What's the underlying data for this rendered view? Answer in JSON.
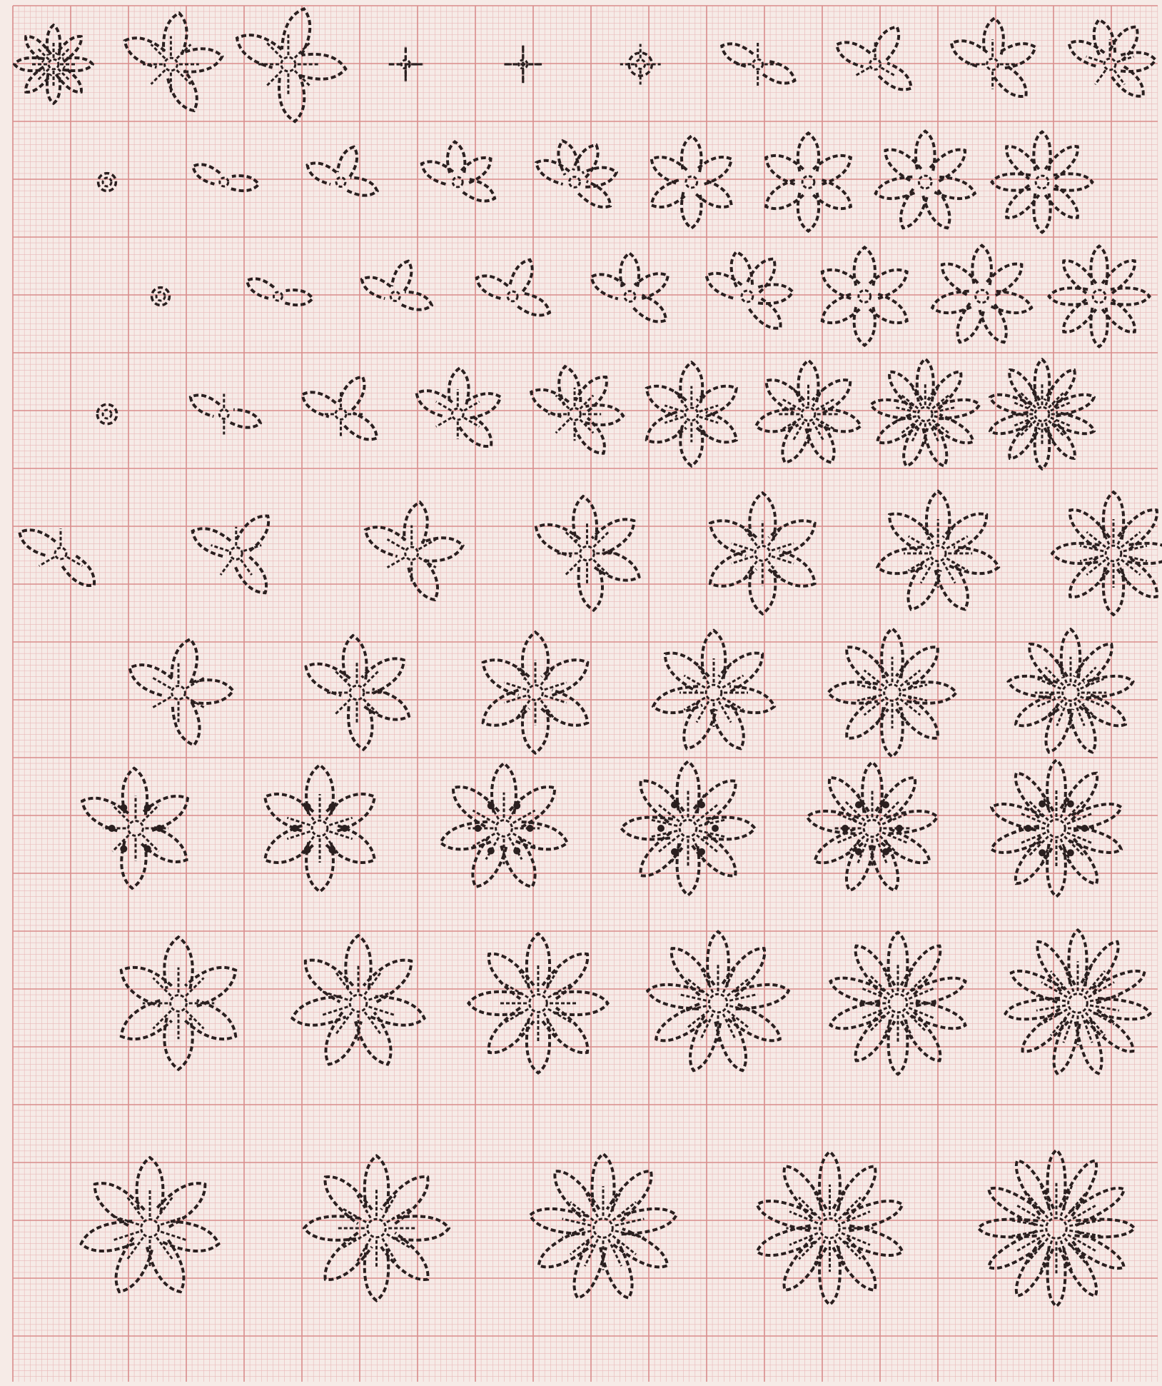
{
  "sheet": {
    "paper_color": "#f6ebe7",
    "fine_grid_color": "#e8b8b8",
    "major_grid_color": "#d98c8c",
    "ink_color": "#2a1f1f",
    "fine_cells_per_major": 10
  },
  "rows": [
    {
      "row": 1,
      "motifs": [
        {
          "growth": 0.35,
          "petals": 8,
          "rays": 8,
          "icon": "small-rosette-icon"
        },
        {
          "growth": 0.55,
          "petals": 4,
          "rays": 8,
          "icon": "four-petal-rosette-icon"
        },
        {
          "growth": 0.65,
          "petals": 4,
          "rays": 8,
          "icon": "four-petal-rosette-icon"
        },
        {
          "growth": 0.2,
          "petals": 0,
          "rays": 4,
          "icon": "sprout-cross-icon"
        },
        {
          "growth": 0.25,
          "petals": 0,
          "rays": 4,
          "icon": "sprout-cross-icon"
        },
        {
          "growth": 0.3,
          "petals": 1,
          "rays": 4,
          "icon": "budding-cross-icon"
        },
        {
          "growth": 0.35,
          "petals": 2,
          "rays": 4,
          "icon": "budding-cross-icon"
        },
        {
          "growth": 0.4,
          "petals": 3,
          "rays": 3,
          "icon": "partial-flower-icon"
        },
        {
          "growth": 0.45,
          "petals": 4,
          "rays": 4,
          "icon": "partial-flower-icon"
        },
        {
          "growth": 0.45,
          "petals": 5,
          "rays": 5,
          "icon": "five-petal-flower-icon"
        }
      ]
    },
    {
      "row": 2,
      "motifs": [
        {
          "growth": 0.15,
          "petals": 1,
          "rays": 0,
          "icon": "single-petal-icon"
        },
        {
          "growth": 0.25,
          "petals": 2,
          "rays": 0,
          "icon": "two-petal-icon"
        },
        {
          "growth": 0.3,
          "petals": 3,
          "rays": 0,
          "icon": "three-petal-icon"
        },
        {
          "growth": 0.35,
          "petals": 4,
          "rays": 0,
          "icon": "four-petal-icon"
        },
        {
          "growth": 0.4,
          "petals": 5,
          "rays": 0,
          "icon": "five-petal-icon"
        },
        {
          "growth": 0.45,
          "petals": 6,
          "rays": 0,
          "icon": "six-petal-icon"
        },
        {
          "growth": 0.5,
          "petals": 6,
          "rays": 0,
          "icon": "six-petal-icon"
        },
        {
          "growth": 0.55,
          "petals": 7,
          "rays": 0,
          "icon": "seven-petal-icon"
        },
        {
          "growth": 0.55,
          "petals": 8,
          "rays": 0,
          "icon": "eight-petal-icon"
        }
      ]
    },
    {
      "row": 3,
      "motifs": [
        {
          "growth": 0.15,
          "petals": 1,
          "rays": 0,
          "icon": "single-petal-icon"
        },
        {
          "growth": 0.25,
          "petals": 2,
          "rays": 0,
          "icon": "two-petal-icon"
        },
        {
          "growth": 0.3,
          "petals": 3,
          "rays": 0,
          "icon": "three-petal-icon"
        },
        {
          "growth": 0.35,
          "petals": 3,
          "rays": 0,
          "icon": "three-petal-icon"
        },
        {
          "growth": 0.4,
          "petals": 4,
          "rays": 0,
          "icon": "four-petal-icon"
        },
        {
          "growth": 0.45,
          "petals": 5,
          "rays": 0,
          "icon": "five-petal-icon"
        },
        {
          "growth": 0.5,
          "petals": 6,
          "rays": 0,
          "icon": "six-petal-icon"
        },
        {
          "growth": 0.55,
          "petals": 7,
          "rays": 0,
          "icon": "seven-petal-icon"
        },
        {
          "growth": 0.55,
          "petals": 8,
          "rays": 0,
          "icon": "eight-petal-icon"
        }
      ]
    },
    {
      "row": 4,
      "motifs": [
        {
          "growth": 0.2,
          "petals": 1,
          "rays": 0,
          "icon": "bullseye-bud-icon"
        },
        {
          "growth": 0.3,
          "petals": 2,
          "rays": 2,
          "icon": "budding-disc-icon"
        },
        {
          "growth": 0.4,
          "petals": 3,
          "rays": 4,
          "icon": "budding-disc-icon"
        },
        {
          "growth": 0.45,
          "petals": 4,
          "rays": 6,
          "icon": "half-disc-flower-icon"
        },
        {
          "growth": 0.5,
          "petals": 5,
          "rays": 8,
          "icon": "half-disc-flower-icon"
        },
        {
          "growth": 0.55,
          "petals": 6,
          "rays": 10,
          "icon": "fan-disc-flower-icon"
        },
        {
          "growth": 0.6,
          "petals": 7,
          "rays": 12,
          "icon": "fan-disc-flower-icon"
        },
        {
          "growth": 0.65,
          "petals": 9,
          "rays": 14,
          "icon": "full-disc-flower-icon"
        },
        {
          "growth": 0.65,
          "petals": 10,
          "rays": 16,
          "icon": "full-disc-flower-icon"
        }
      ]
    },
    {
      "row": 5,
      "motifs": [
        {
          "growth": 0.45,
          "petals": 2,
          "rays": 3,
          "icon": "fan-flower-icon"
        },
        {
          "growth": 0.5,
          "petals": 3,
          "rays": 5,
          "icon": "fan-flower-icon"
        },
        {
          "growth": 0.55,
          "petals": 4,
          "rays": 6,
          "icon": "fan-flower-icon"
        },
        {
          "growth": 0.65,
          "petals": 5,
          "rays": 8,
          "icon": "fan-flower-icon"
        },
        {
          "growth": 0.7,
          "petals": 6,
          "rays": 10,
          "icon": "fan-flower-icon"
        },
        {
          "growth": 0.75,
          "petals": 7,
          "rays": 12,
          "icon": "daisy-icon"
        },
        {
          "growth": 0.75,
          "petals": 8,
          "rays": 14,
          "icon": "daisy-icon"
        }
      ]
    },
    {
      "row": 6,
      "motifs": [
        {
          "growth": 0.6,
          "petals": 4,
          "rays": 6,
          "icon": "fan-blossom-icon"
        },
        {
          "growth": 0.65,
          "petals": 5,
          "rays": 8,
          "icon": "fan-blossom-icon"
        },
        {
          "growth": 0.7,
          "petals": 6,
          "rays": 10,
          "icon": "fan-blossom-icon"
        },
        {
          "growth": 0.75,
          "petals": 7,
          "rays": 12,
          "icon": "blossom-icon"
        },
        {
          "growth": 0.8,
          "petals": 8,
          "rays": 14,
          "icon": "blossom-icon"
        },
        {
          "growth": 0.8,
          "petals": 9,
          "rays": 16,
          "icon": "blossom-icon"
        }
      ]
    },
    {
      "row": 7,
      "motifs": [
        {
          "growth": 0.7,
          "petals": 5,
          "rays": 8,
          "icon": "studded-blossom-icon"
        },
        {
          "growth": 0.75,
          "petals": 6,
          "rays": 10,
          "icon": "studded-blossom-icon"
        },
        {
          "growth": 0.8,
          "petals": 7,
          "rays": 12,
          "icon": "studded-blossom-icon"
        },
        {
          "growth": 0.85,
          "petals": 8,
          "rays": 14,
          "icon": "studded-blossom-icon"
        },
        {
          "growth": 0.85,
          "petals": 9,
          "rays": 16,
          "icon": "studded-blossom-icon"
        },
        {
          "growth": 0.9,
          "petals": 10,
          "rays": 16,
          "icon": "studded-blossom-icon"
        }
      ]
    },
    {
      "row": 8,
      "motifs": [
        {
          "growth": 0.8,
          "petals": 6,
          "rays": 8,
          "icon": "layered-blossom-icon"
        },
        {
          "growth": 0.85,
          "petals": 7,
          "rays": 10,
          "icon": "layered-blossom-icon"
        },
        {
          "growth": 0.9,
          "petals": 8,
          "rays": 12,
          "icon": "layered-blossom-icon"
        },
        {
          "growth": 0.95,
          "petals": 9,
          "rays": 14,
          "icon": "layered-blossom-icon"
        },
        {
          "growth": 0.95,
          "petals": 10,
          "rays": 16,
          "icon": "layered-blossom-icon"
        },
        {
          "growth": 1.0,
          "petals": 11,
          "rays": 18,
          "icon": "layered-blossom-icon"
        }
      ]
    },
    {
      "row": 9,
      "motifs": [
        {
          "growth": 0.9,
          "petals": 7,
          "rays": 10,
          "icon": "large-fan-blossom-icon"
        },
        {
          "growth": 0.95,
          "petals": 8,
          "rays": 12,
          "icon": "large-fan-blossom-icon"
        },
        {
          "growth": 1.0,
          "petals": 9,
          "rays": 14,
          "icon": "large-blossom-icon"
        },
        {
          "growth": 1.05,
          "petals": 10,
          "rays": 16,
          "icon": "large-blossom-icon"
        },
        {
          "growth": 1.1,
          "petals": 12,
          "rays": 18,
          "icon": "large-blossom-icon"
        }
      ]
    }
  ]
}
